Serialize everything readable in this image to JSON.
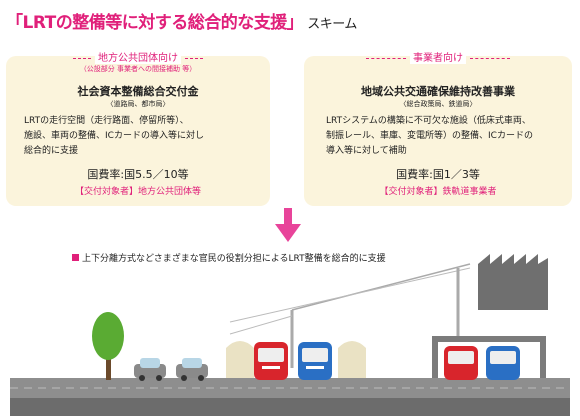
{
  "header": {
    "title": "「LRTの整備等に対する総合的な支援」",
    "subtitle": "スキーム"
  },
  "left_box": {
    "section_label": "地方公共団体向け",
    "section_note": "（公設部分 事業者への間接補助 等）",
    "program_name": "社会資本整備総合交付金",
    "bureaus": "〈道路局、都市局〉",
    "description_lines": [
      "LRTの走行空間（走行路面、停留所等）、",
      "施設、車両の整備、ICカードの導入等に対し",
      "総合的に支援"
    ],
    "subsidy_rate": "国費率:国5.5／10等",
    "target": "【交付対象者】地方公共団体等"
  },
  "right_box": {
    "section_label": "事業者向け",
    "program_name": "地域公共交通確保維持改善事業",
    "bureaus": "〈総合政策局、鉄道局〉",
    "description_lines": [
      "LRTシステムの構築に不可欠な施設（低床式車両、",
      "制振レール、車庫、変電所等）の整備、ICカードの",
      "導入等に対して補助"
    ],
    "subsidy_rate": "国費率:国1／3等",
    "target": "【交付対象者】鉄軌道事業者"
  },
  "scheme_caption": "上下分離方式などさまざまな官民の役割分担によるLRT整備を総合的に支援",
  "colors": {
    "accent_pink": "#e0207a",
    "box_bg": "#fbf4dc",
    "arrow": "#e8449a",
    "road_gray": "#8e8e8e",
    "tree_green": "#5aab33",
    "tram_red": "#d8252c",
    "tram_blue": "#2a6fc4",
    "depot": "#7b7b7b"
  },
  "icons": [
    "down-arrow-icon",
    "tree-icon",
    "car-icon",
    "tram-icon",
    "shelter-icon",
    "utility-pole-icon",
    "factory-icon",
    "depot-icon"
  ]
}
